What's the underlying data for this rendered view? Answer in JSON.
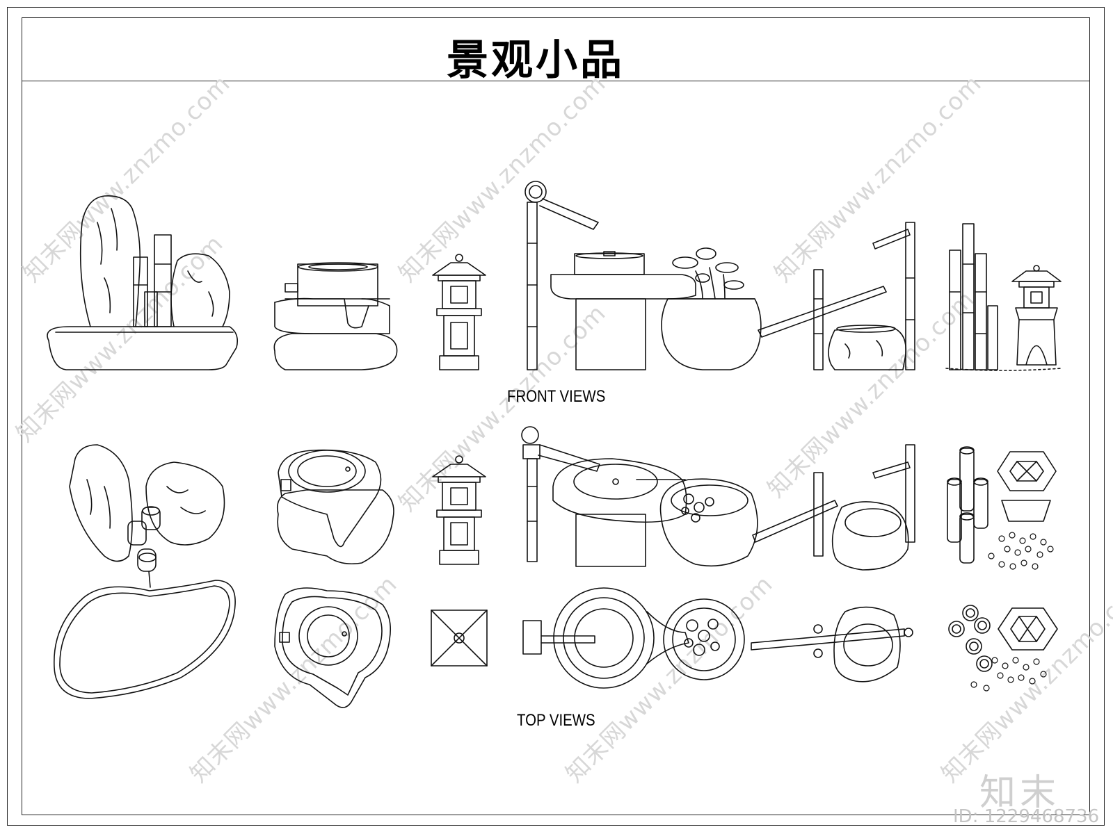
{
  "title": "景观小品",
  "labels": {
    "front_views": "FRONT VIEWS",
    "top_views": "TOP VIEWS"
  },
  "watermark": {
    "text": "知末网www.znzmo.com",
    "logo": "知末",
    "id": "ID: 1229468736"
  }
}
